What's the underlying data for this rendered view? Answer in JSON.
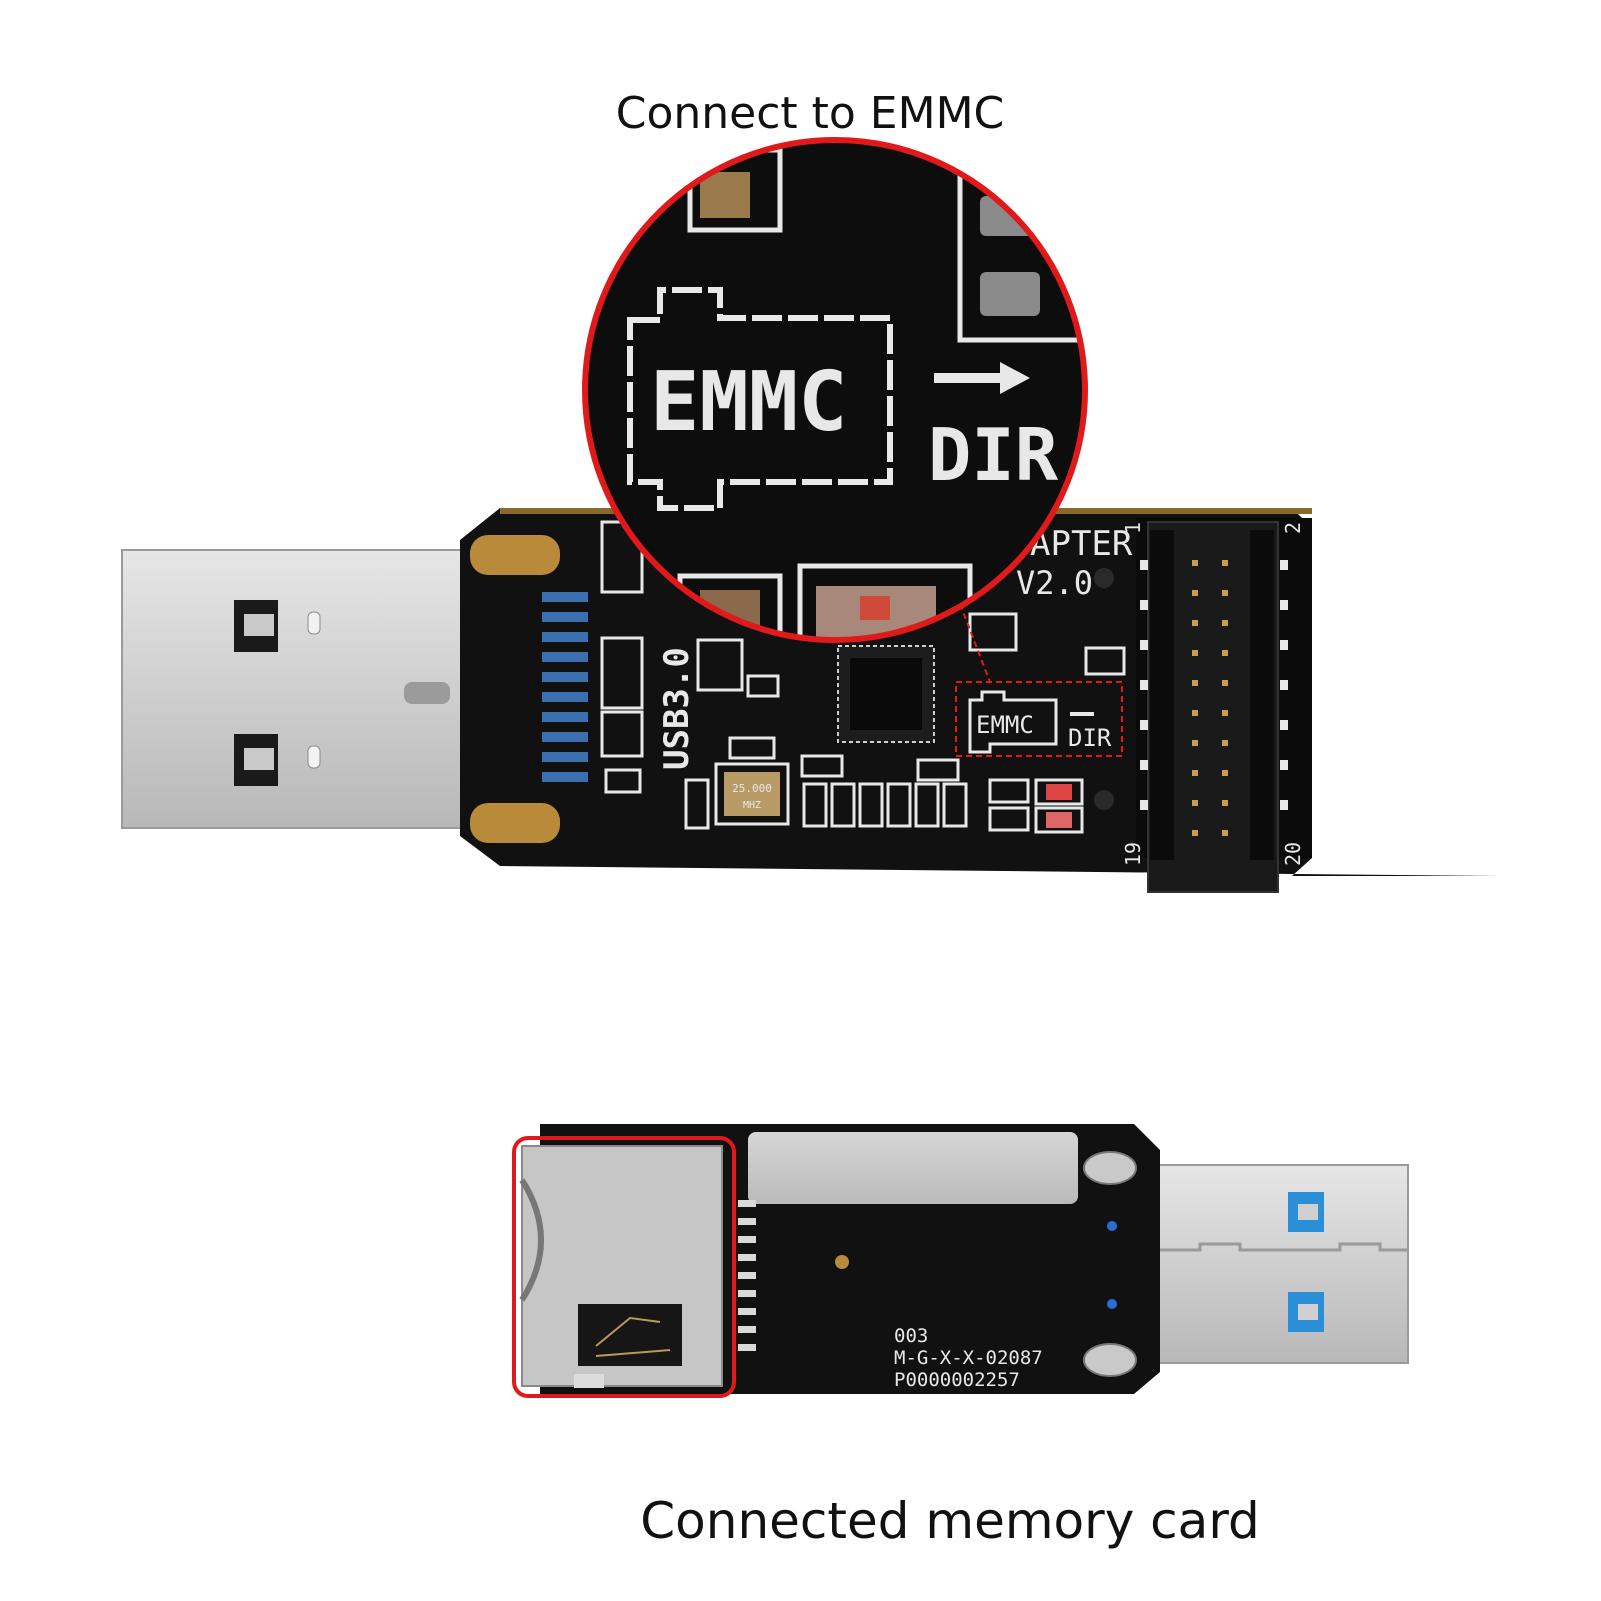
{
  "captions": {
    "top": "Connect to EMMC",
    "bottom": "Connected memory card"
  },
  "board_front": {
    "label_usb": "USB3.0",
    "label_version": "V2.0",
    "label_apter": "APTER",
    "label_emmc": "EMMC",
    "label_dir": "DIR",
    "crystal_line1": "25.000",
    "crystal_line2": "MHZ",
    "pin_1": "1",
    "pin_2": "2",
    "pin_19": "19",
    "pin_20": "20"
  },
  "zoom": {
    "label_emmc": "EMMC",
    "label_dir": "DIR"
  },
  "board_back": {
    "code1": "003",
    "code2": "M-G-X-X-02087",
    "code3": "P0000002257"
  },
  "colors": {
    "pcb": "#111111",
    "silkscreen": "#e8e8e8",
    "highlight": "#e01a1a",
    "usb_metal": "#cfcfcf",
    "usb_blue": "#2a8fd6",
    "gold": "#b88a3a"
  }
}
